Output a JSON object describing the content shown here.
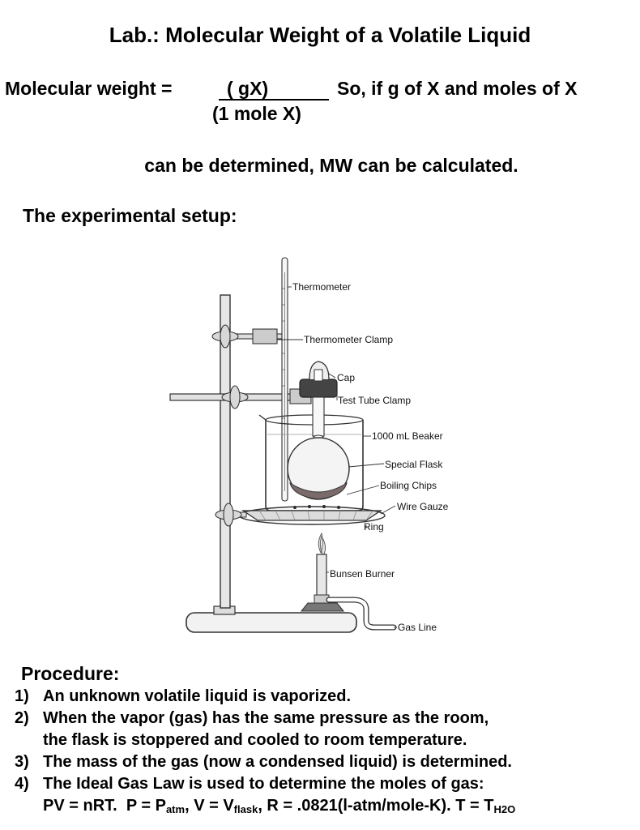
{
  "title": "Lab.: Molecular Weight of a Volatile Liquid",
  "formula": {
    "lhs": "Molecular weight  =",
    "numerator": "(  gX)",
    "denominator": "(1 mole X)",
    "tail": "So, if g of X and moles of X",
    "continuation": "can be determined, MW can be calculated."
  },
  "setup_heading": "The experimental setup:",
  "diagram_labels": {
    "thermometer": "Thermometer",
    "thermometer_clamp": "Thermometer Clamp",
    "cap": "Cap",
    "test_tube_clamp": "Test Tube Clamp",
    "beaker": "1000 mL Beaker",
    "special_flask": "Special Flask",
    "boiling_chips": "Boiling Chips",
    "wire_gauze": "Wire Gauze",
    "ring": "Ring",
    "bunsen_burner": "Bunsen Burner",
    "gas_line": "Gas Line"
  },
  "procedure": {
    "heading": "Procedure:",
    "steps": [
      {
        "num": "1)",
        "text": "An unknown volatile liquid is vaporized."
      },
      {
        "num": "2)",
        "text": "When the vapor (gas) has the same pressure as the room,",
        "cont": "the flask is stoppered and cooled to room temperature."
      },
      {
        "num": "3)",
        "text": "The mass of the gas (now a condensed liquid) is determined."
      },
      {
        "num": "4)",
        "text": "The Ideal Gas Law is used to determine the moles of gas:"
      }
    ],
    "equation": {
      "pv": "PV = nRT.",
      "p_pre": "P = P",
      "p_sub": "atm",
      "v_pre": ", V = V",
      "v_sub": "flask",
      "r": ", R = .0821(l-atm/mole-K).",
      "t_pre": "T = T",
      "t_sub": "H2O"
    }
  }
}
